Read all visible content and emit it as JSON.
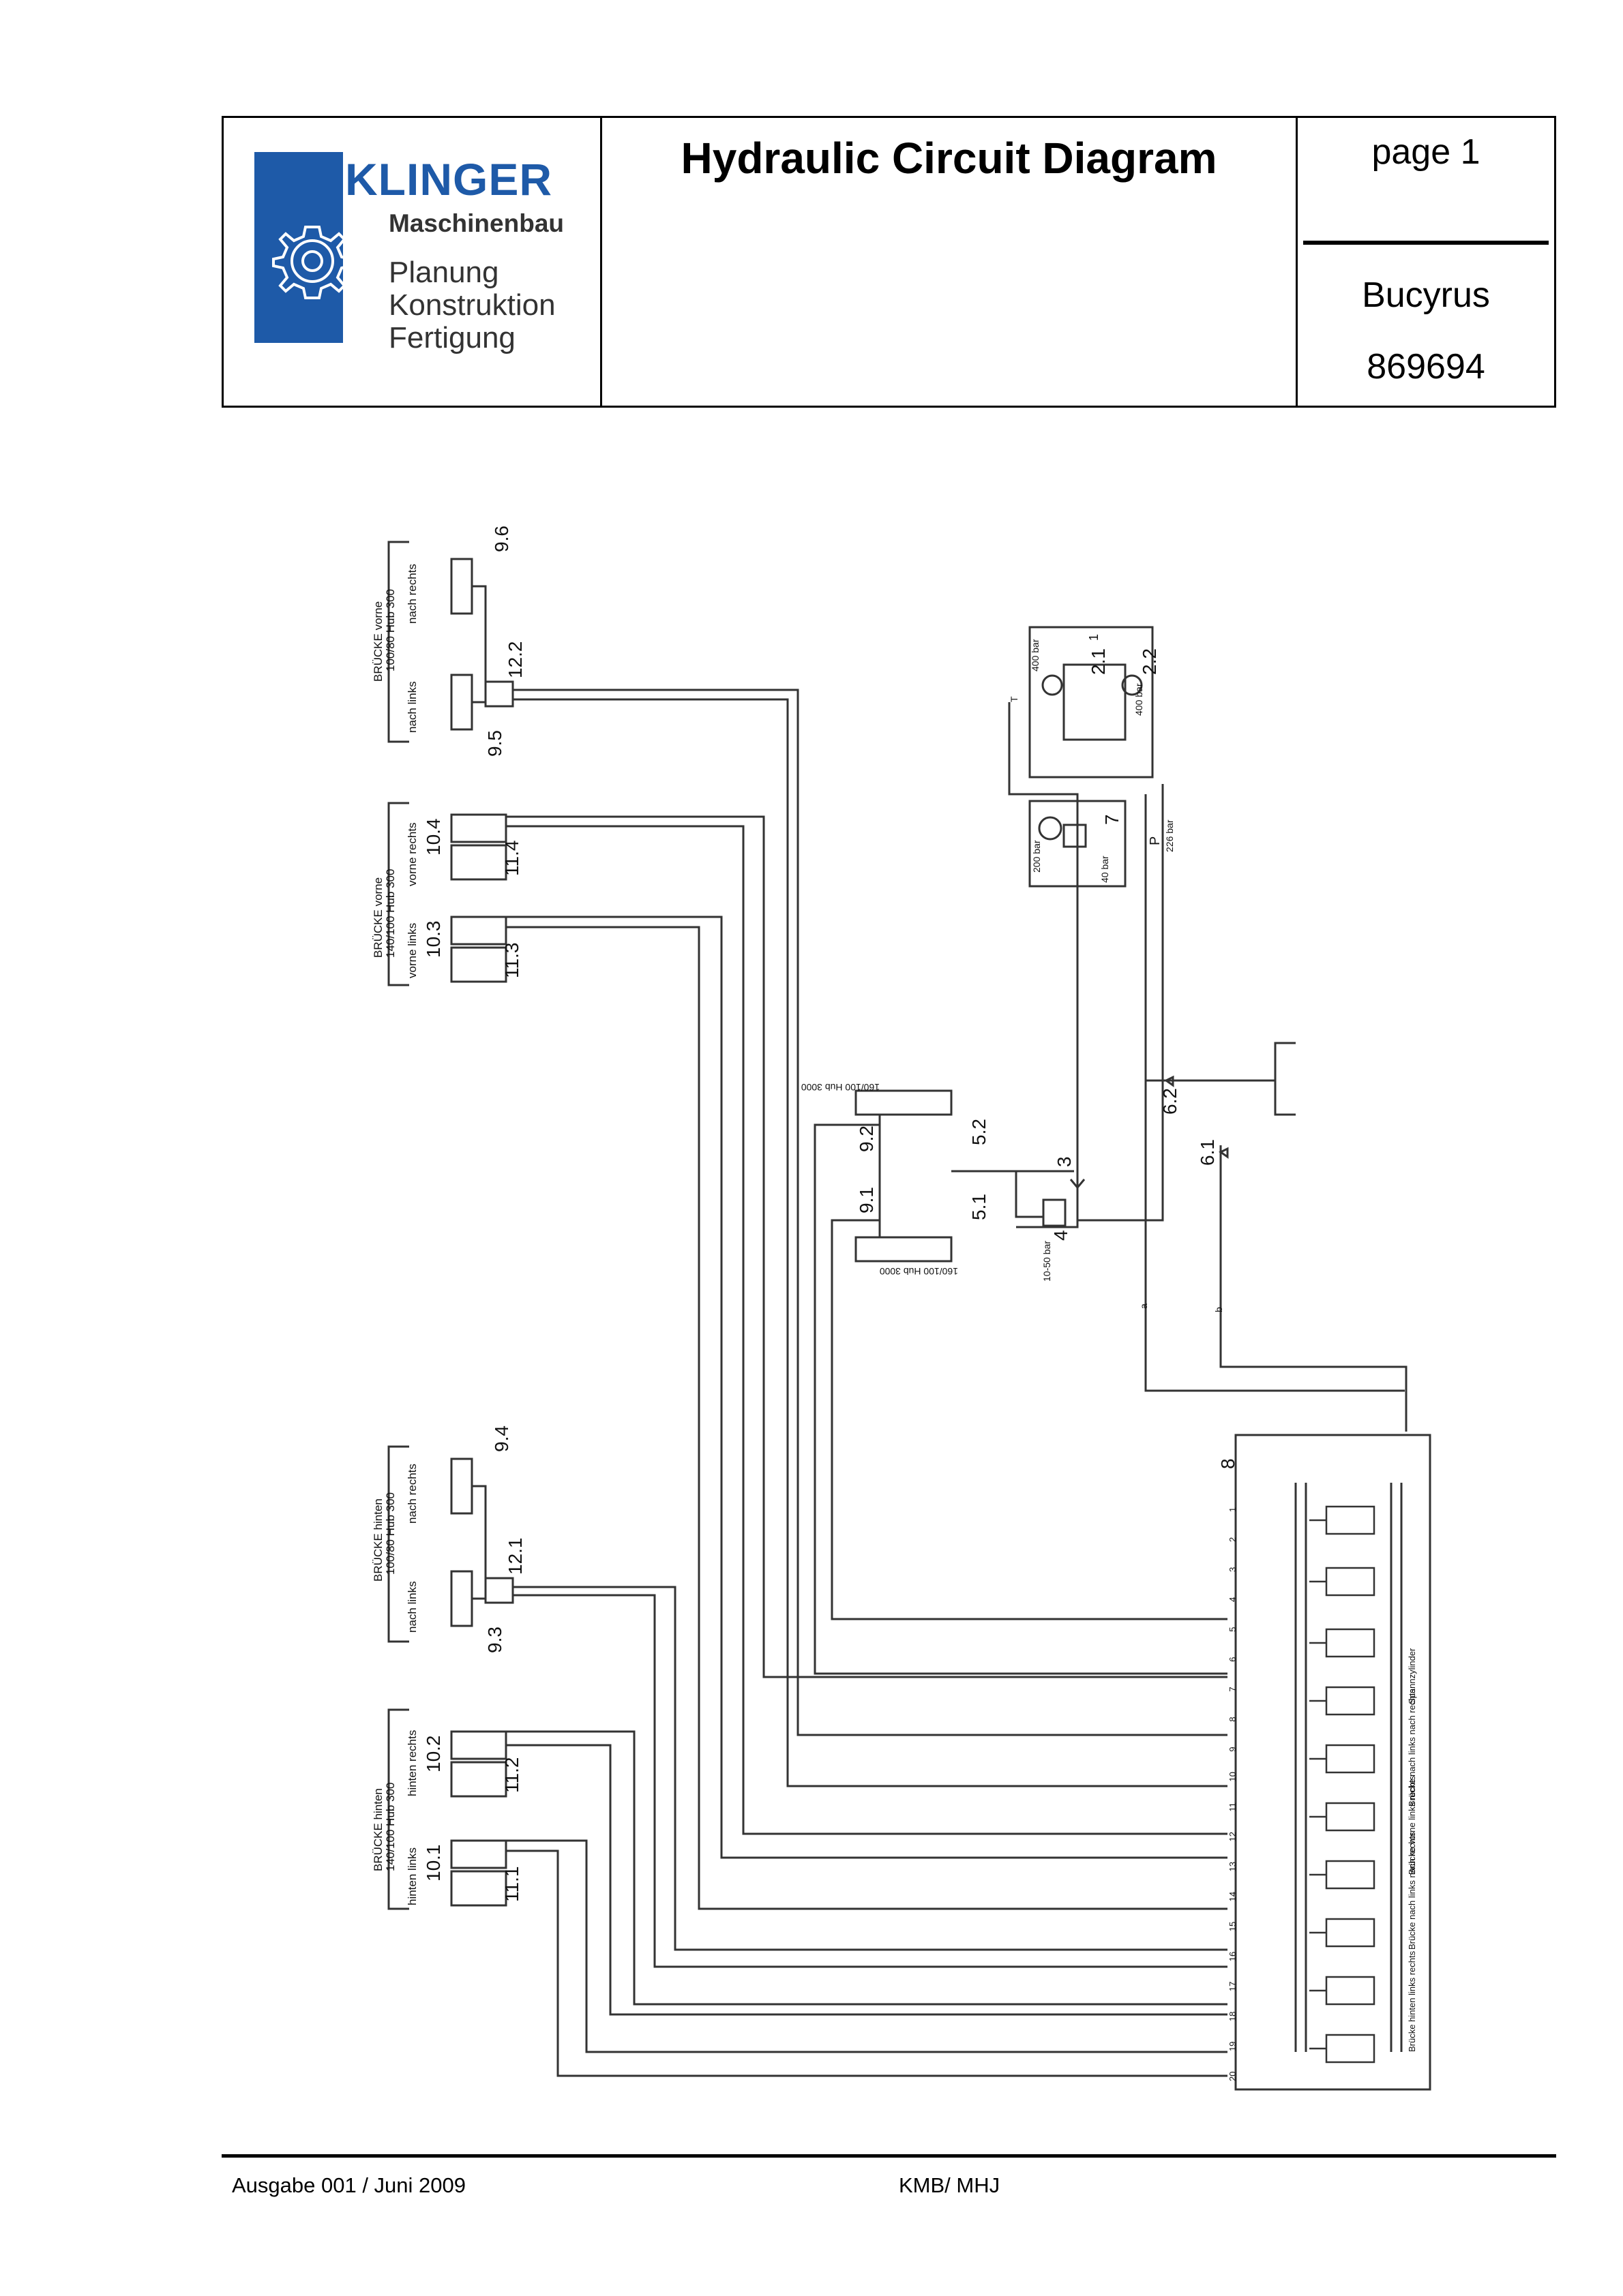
{
  "header": {
    "logo": {
      "name": "KLINGER",
      "subtitle": "Maschinenbau",
      "lines": [
        "Planung",
        "Konstruktion",
        "Fertigung"
      ]
    },
    "title": "Hydraulic Circuit Diagram",
    "page": "page  1",
    "customer": "Bucyrus",
    "order": "869694"
  },
  "footer": {
    "edition": "Ausgabe 001 /  Juni 2009",
    "author": "KMB/ MHJ"
  },
  "diagram": {
    "groups": [
      {
        "title": "BRÜCKE vorne",
        "spec": "100/80 Hub 300",
        "left": "nach links",
        "right": "nach rechts"
      },
      {
        "title": "BRÜCKE vorne",
        "spec": "140/100 Hub 300",
        "left": "vorne links",
        "right": "vorne rechts"
      },
      {
        "title": "BRÜCKE hinten",
        "spec": "100/80 Hub 300",
        "left": "nach links",
        "right": "nach rechts"
      },
      {
        "title": "BRÜCKE hinten",
        "spec": "140/100 Hub 300",
        "left": "hinten links",
        "right": "hinten rechts"
      }
    ],
    "component_labels": [
      "9.6",
      "12.2",
      "9.5",
      "10.4",
      "11.4",
      "10.3",
      "11.3",
      "9.4",
      "12.1",
      "9.3",
      "10.2",
      "11.2",
      "10.1",
      "11.1",
      "9.2",
      "5.2",
      "9.1",
      "5.1",
      "3",
      "4",
      "6.2",
      "6.1",
      "2.1",
      "2.2",
      "7",
      "8",
      "1"
    ],
    "cylinder_specs": [
      "160/100 Hub 3000",
      "160/100 Hub 3000"
    ],
    "pressure_labels": [
      "400 bar",
      "400 bar",
      "200 bar",
      "40 bar",
      "10-50 bar",
      "226 bar"
    ],
    "port_labels": [
      "P",
      "T",
      "a",
      "b"
    ],
    "block_labels": [
      "Spannzylinder",
      "Brücke nach links nach rechts",
      "Brücke vorne links rechts",
      "Brücke nach links nach rechts",
      "Brücke hinten links rechts"
    ],
    "port_numbers": [
      "1",
      "2",
      "3",
      "4",
      "5",
      "6",
      "7",
      "8",
      "9",
      "10",
      "11",
      "12",
      "13",
      "14",
      "15",
      "16",
      "17",
      "18",
      "19",
      "20"
    ]
  }
}
